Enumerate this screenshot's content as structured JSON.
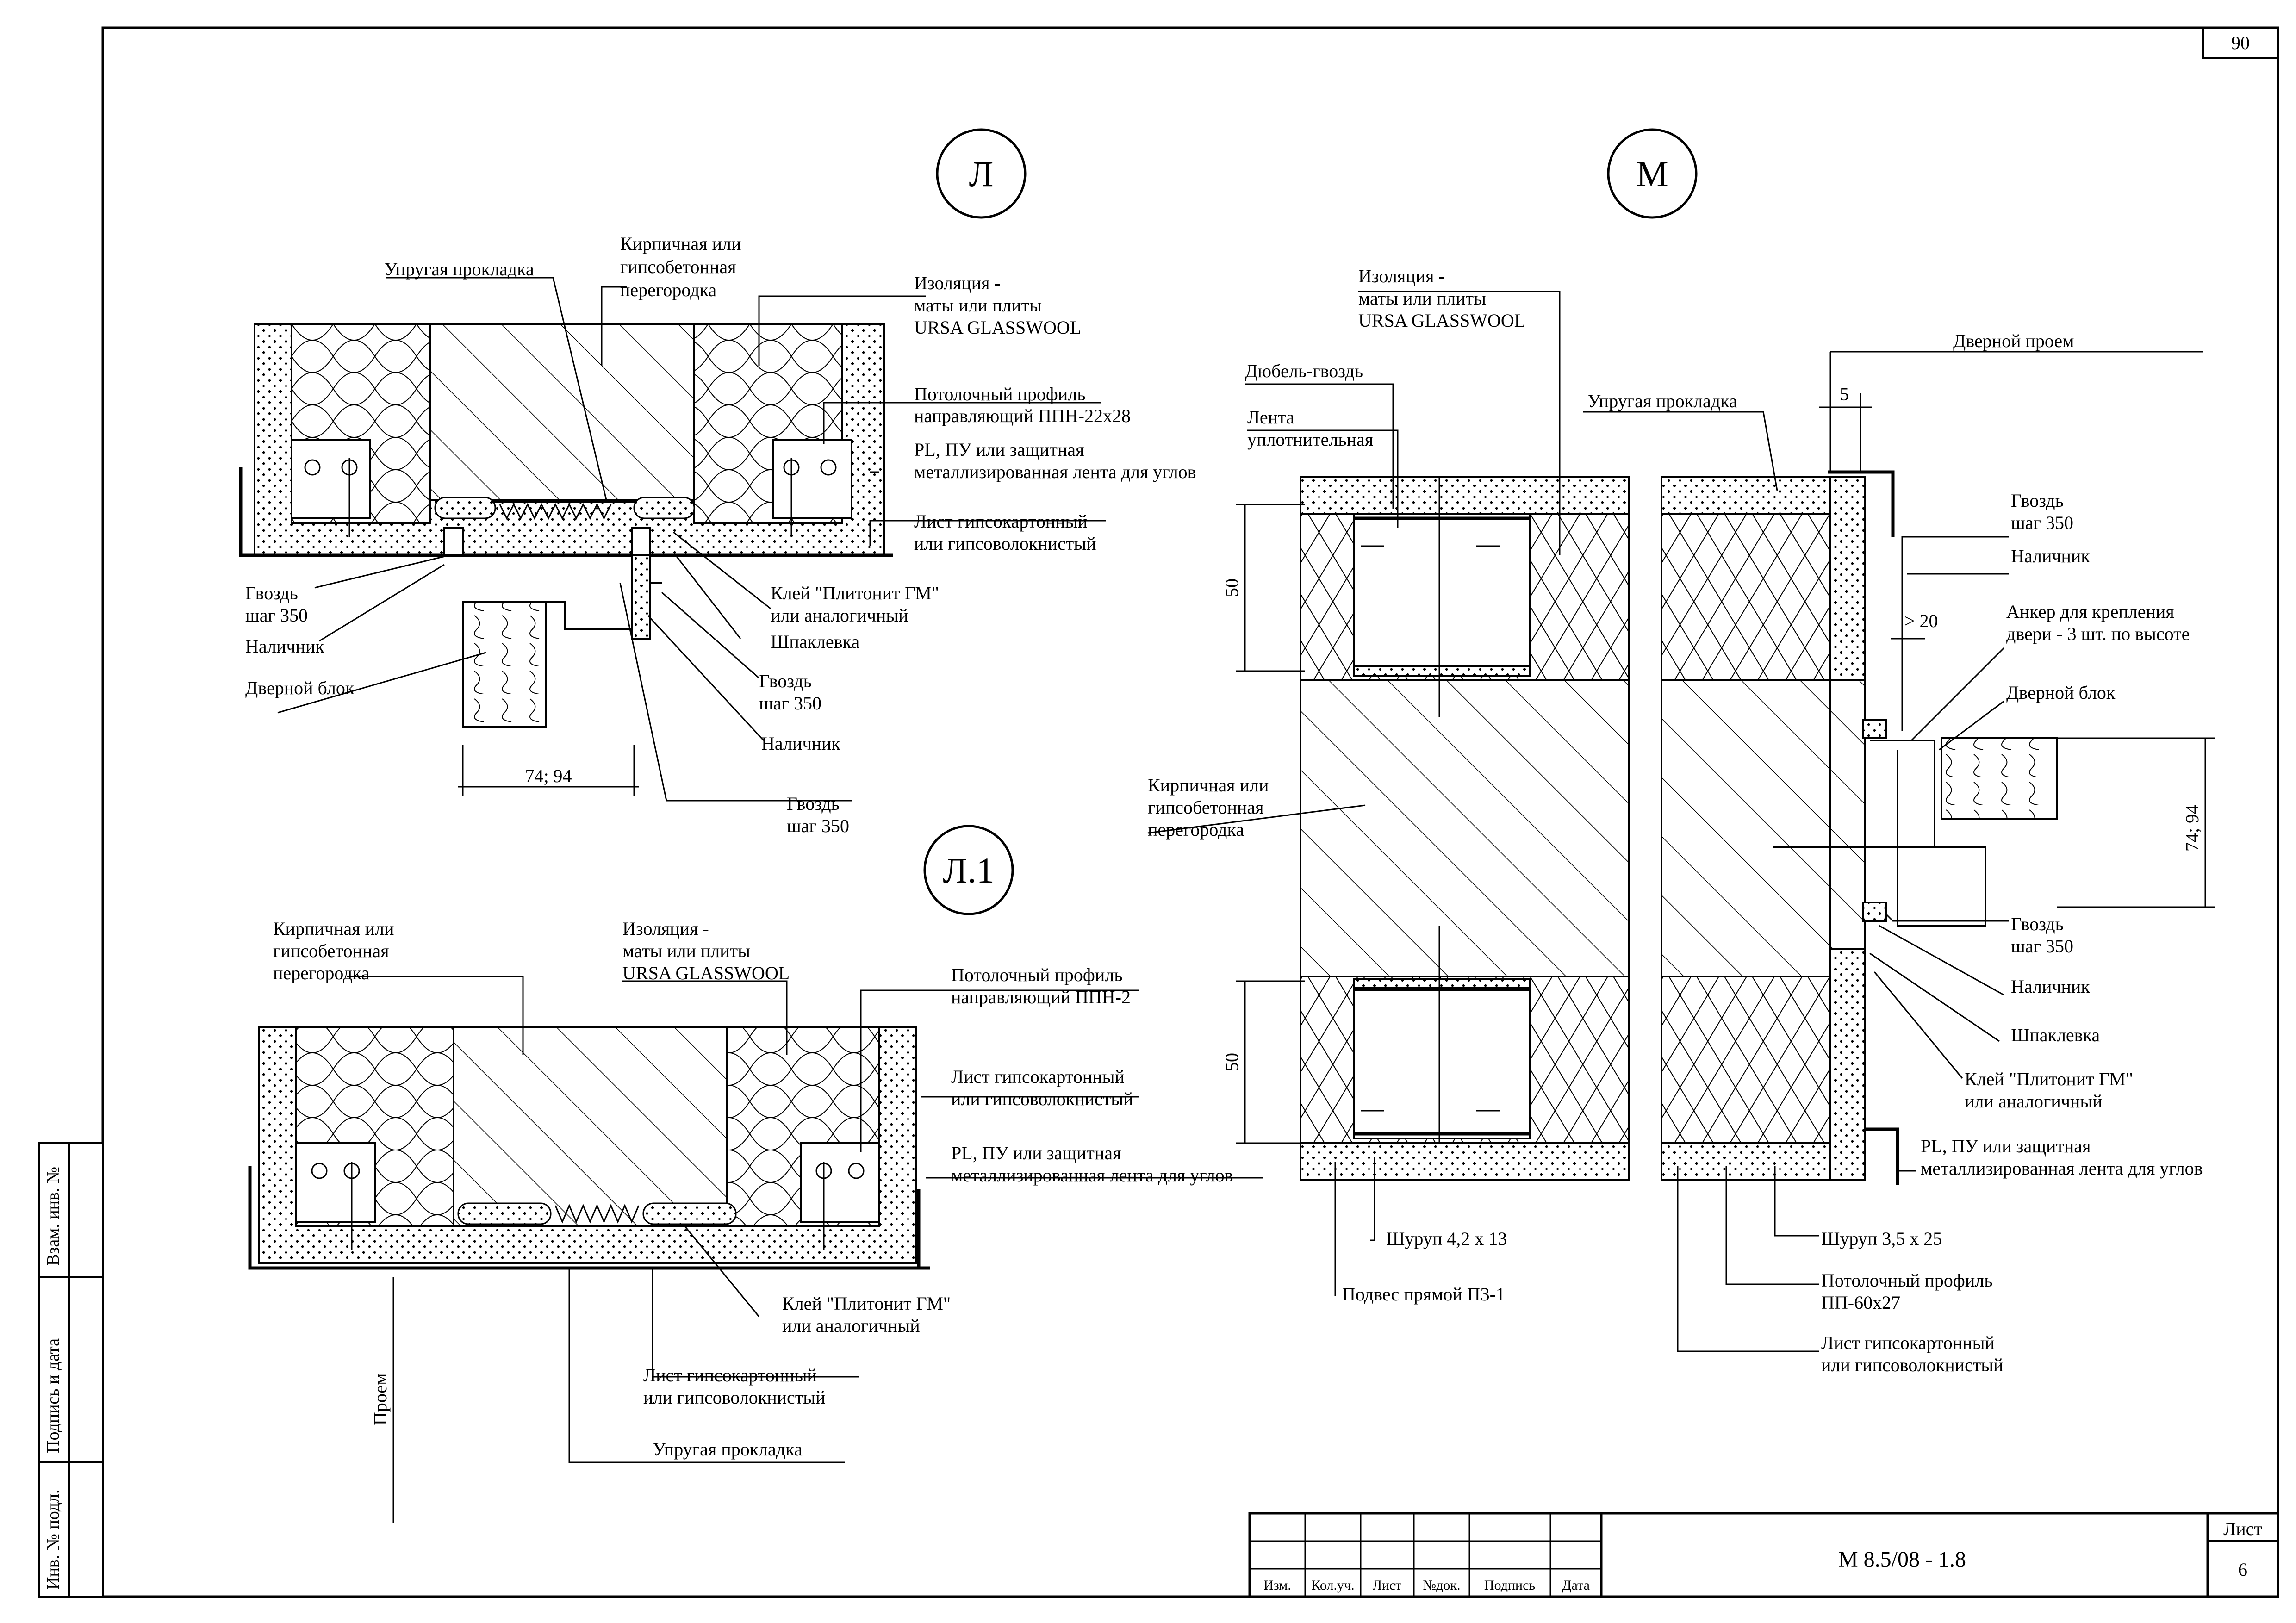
{
  "sheet": {
    "page_number": "90",
    "designation": "М 8.5/08 - 1.8",
    "sheet_label": "Лист",
    "sheet_number": "6",
    "title_block_headers": [
      "Изм.",
      "Кол.уч.",
      "Лист",
      "№док.",
      "Подпись",
      "Дата"
    ],
    "side_stamp": [
      "Взам. инв. №",
      "Подпись и дата",
      "Инв. № подл."
    ]
  },
  "details": {
    "L": {
      "marker": "Л",
      "labels": {
        "brick": [
          "Кирпичная или",
          "гипсобетонная",
          "перегородка"
        ],
        "gasket": "Упругая прокладка",
        "insulation": [
          "Изоляция -",
          "маты или плиты",
          "URSA GLASSWOOL"
        ],
        "profile": [
          "Потолочный профиль",
          "направляющий ППН-22х28"
        ],
        "tape": [
          "PL, ПУ или защитная",
          "металлизированная лента для углов"
        ],
        "sheet": [
          "Лист гипсокартонный",
          "или гипсоволокнистый"
        ],
        "nail_left": [
          "Гвоздь",
          "шаг 350"
        ],
        "trim_left": "Наличник",
        "door_block": "Дверной блок",
        "glue": [
          "Клей \"Плитонит ГМ\"",
          "или аналогичный"
        ],
        "putty": "Шпаклевка",
        "nail_right": [
          "Гвоздь",
          "шаг 350"
        ],
        "trim_right": "Наличник",
        "nail_bottom": [
          "Гвоздь",
          "шаг 350"
        ],
        "dim": "74; 94"
      }
    },
    "L1": {
      "marker": "Л.1",
      "labels": {
        "brick": [
          "Кирпичная или",
          "гипсобетонная",
          "перегородка"
        ],
        "insulation": [
          "Изоляция -",
          "маты или плиты",
          "URSA GLASSWOOL"
        ],
        "profile": [
          "Потолочный профиль",
          "направляющий ППН-2"
        ],
        "sheet_right": [
          "Лист гипсокартонный",
          "или гипсоволокнистый"
        ],
        "tape": [
          "PL, ПУ или защитная",
          "металлизированная лента для углов"
        ],
        "glue": [
          "Клей \"Плитонит ГМ\"",
          "или аналогичный"
        ],
        "sheet_bottom": [
          "Лист гипсокартонный",
          "или гипсоволокнистый"
        ],
        "gasket": "Упругая прокладка",
        "opening": "Проем"
      }
    },
    "M": {
      "marker": "М",
      "labels": {
        "insulation": [
          "Изоляция -",
          "маты или плиты",
          "URSA GLASSWOOL"
        ],
        "dowel": "Дюбель-гвоздь",
        "seal_tape": [
          "Лента",
          "уплотнительная"
        ],
        "gasket": "Упругая прокладка",
        "door_opening": "Дверной проем",
        "dim_5": "5",
        "nail_top": [
          "Гвоздь",
          "шаг 350"
        ],
        "trim_top": "Наличник",
        "dim_20": "> 20",
        "anchor": [
          "Анкер для крепления",
          "двери - 3 шт. по высоте"
        ],
        "door_block": "Дверной блок",
        "dim_74": "74; 94",
        "nail_bottom": [
          "Гвоздь",
          "шаг 350"
        ],
        "trim_bottom": "Наличник",
        "putty": "Шпаклевка",
        "glue": [
          "Клей \"Плитонит ГМ\"",
          "или аналогичный"
        ],
        "tape": [
          "PL, ПУ или защитная",
          "металлизированная лента для углов"
        ],
        "brick": [
          "Кирпичная или",
          "гипсобетонная",
          "перегородка"
        ],
        "dim_50_top": "50",
        "dim_50_bottom": "50",
        "screw_42": "Шуруп 4,2 х 13",
        "hanger": "Подвес прямой П3-1",
        "screw_35": "Шуруп 3,5 х 25",
        "ceiling_profile": [
          "Потолочный профиль",
          "ПП-60х27"
        ],
        "sheet": [
          "Лист гипсокартонный",
          "или гипсоволокнистый"
        ]
      }
    }
  }
}
